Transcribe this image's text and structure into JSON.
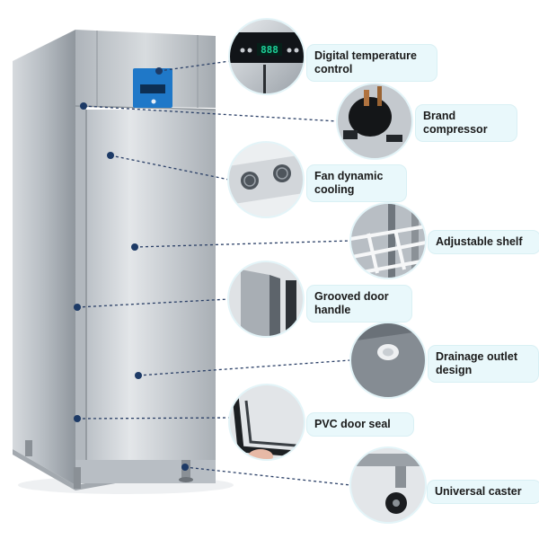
{
  "display": {
    "reading": "888"
  },
  "features": [
    {
      "id": "digital-temperature-control",
      "label": "Digital temperature control"
    },
    {
      "id": "brand-compressor",
      "label": "Brand compressor"
    },
    {
      "id": "fan-dynamic-cooling",
      "label": "Fan dynamic cooling"
    },
    {
      "id": "adjustable-shelf",
      "label": "Adjustable shelf"
    },
    {
      "id": "grooved-door-handle",
      "label": "Grooved door handle"
    },
    {
      "id": "drainage-outlet-design",
      "label": "Drainage outlet design"
    },
    {
      "id": "pvc-door-seal",
      "label": "PVC door seal"
    },
    {
      "id": "universal-caster",
      "label": "Universal caster"
    }
  ],
  "colors": {
    "steel": "#c9ced3",
    "panel_blue": "#1f78c8",
    "label_bg": "#e9f8fb",
    "dot": "#1d3a66",
    "display_green": "#1dd39a"
  }
}
